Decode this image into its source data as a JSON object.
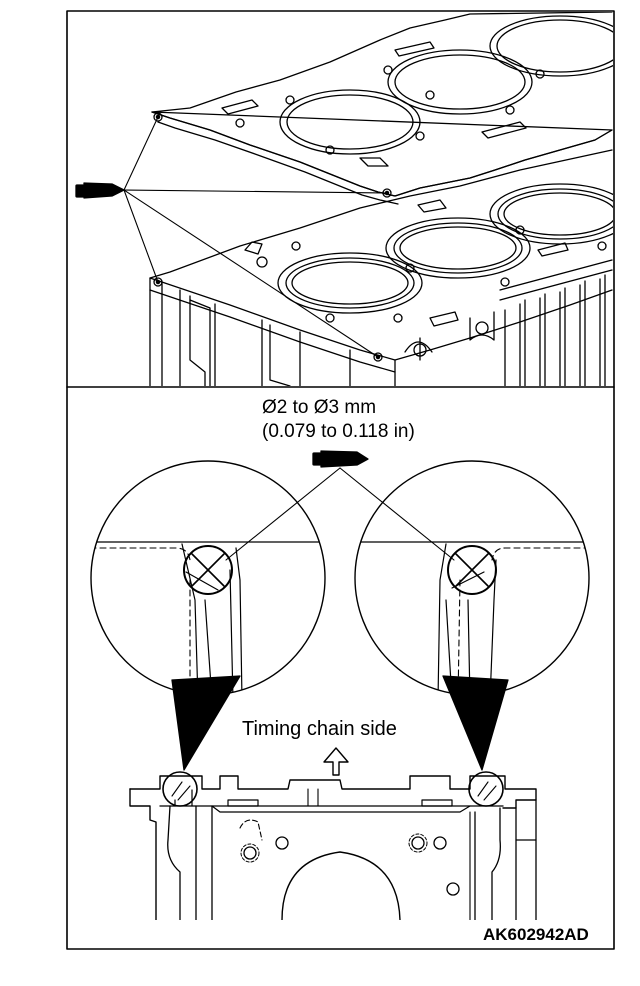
{
  "diagram": {
    "dimension_line1": "Ø2 to Ø3 mm",
    "dimension_line2": "(0.079 to 0.118 in)",
    "side_label": "Timing chain side",
    "figure_code": "AK602942AD"
  }
}
